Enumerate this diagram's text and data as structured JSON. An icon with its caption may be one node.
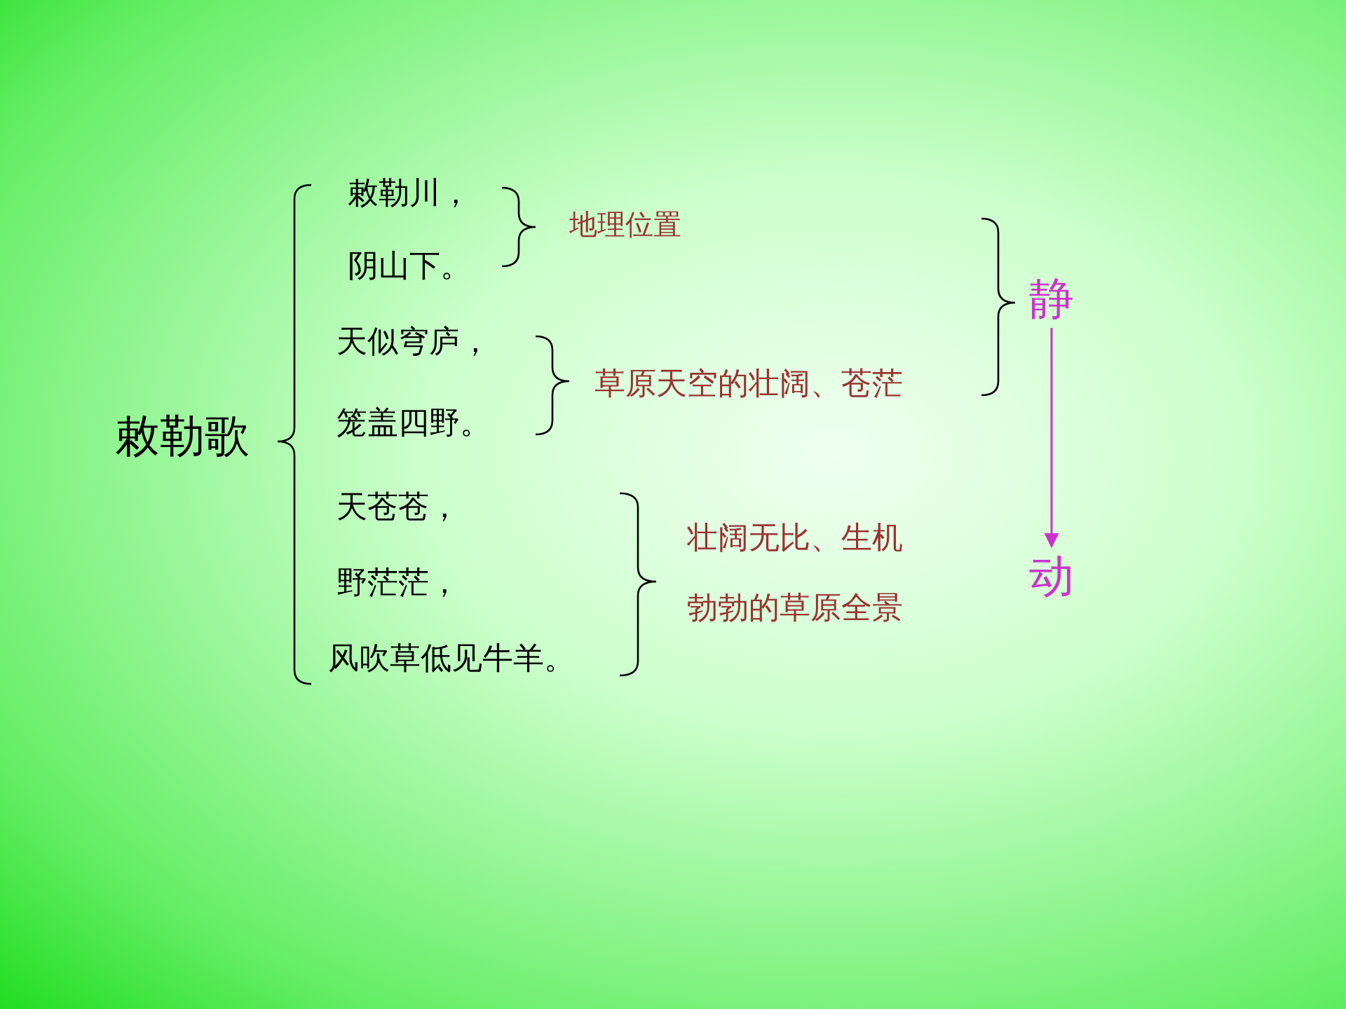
{
  "diagram": {
    "nodes": [
      {
        "text": [
          "静"
        ]
      },
      {
        "text": [
          "动"
        ]
      }
    ],
    "edges": [
      {
        "from": 0,
        "to": 1,
        "arrow": "to",
        "color": "#cc33cc"
      }
    ],
    "labels": [
      "敕勒歌",
      "敕勒川，",
      "阴山下。",
      "地理位置",
      "天似穹庐，",
      "笼盖四野。",
      "草原天空的壮阔、苍茫",
      "天苍苍，",
      "野茫茫，",
      "风吹草低见牛羊。",
      "壮阔无比、生机勃勃的草原全景"
    ]
  }
}
